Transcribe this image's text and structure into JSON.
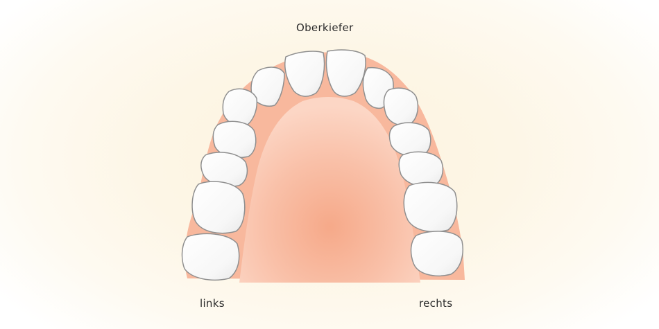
{
  "labels": {
    "top": "Oberkiefer",
    "left": "links",
    "right": "rechts"
  },
  "colors": {
    "gum": "#f8b89d",
    "palate": "#fbd0bd",
    "palate_center": "#f6a989",
    "tooth_fill": "#ffffff",
    "tooth_outline": "#8f8f8f"
  }
}
